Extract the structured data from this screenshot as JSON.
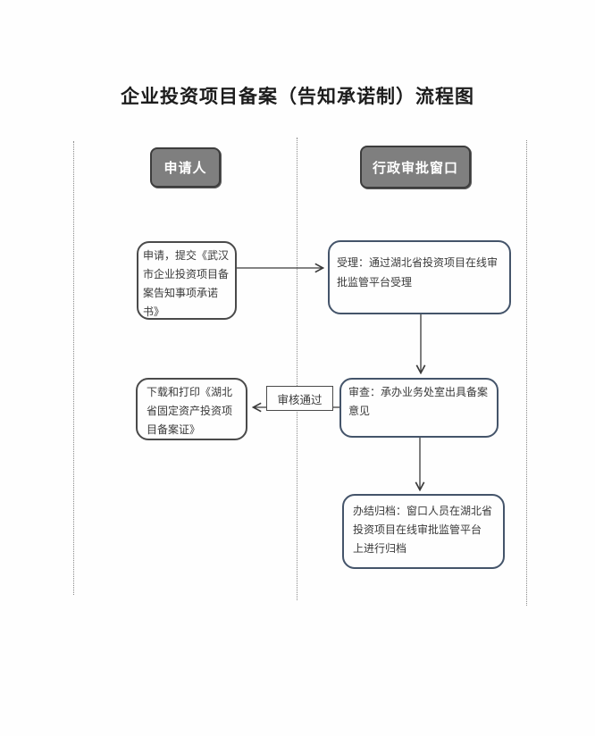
{
  "title": "企业投资项目备案（告知承诺制）流程图",
  "lanes": {
    "applicant": "申请人",
    "approval_window": "行政审批窗口"
  },
  "boxes": {
    "apply": [
      "申请，提交《武汉",
      "市企业投资项目备",
      "案告知事项承诺",
      "书》"
    ],
    "accept": [
      "受理：通过湖北省投资项目在线审",
      "批监管平台受理"
    ],
    "review": [
      "审查：承办业务处室出具备案",
      "意见"
    ],
    "download": [
      "下载和打印《湖北",
      "省固定资产投资项",
      "目备案证》"
    ],
    "archive": [
      "办结归档：窗口人员在湖北省",
      "投资项目在线审批监管平台",
      "上进行归档"
    ],
    "approval_label": "审核通过"
  },
  "colors": {
    "header_fill": "#7f7f7f",
    "header_border": "#3d3d3d",
    "header_text": "#ffffff",
    "flow_box_border": "#44546a",
    "body_text": "#3a3a3a",
    "arrow": "#3a3a3a",
    "lane_divider": "#8a8a8a",
    "background": "#fefefe"
  }
}
